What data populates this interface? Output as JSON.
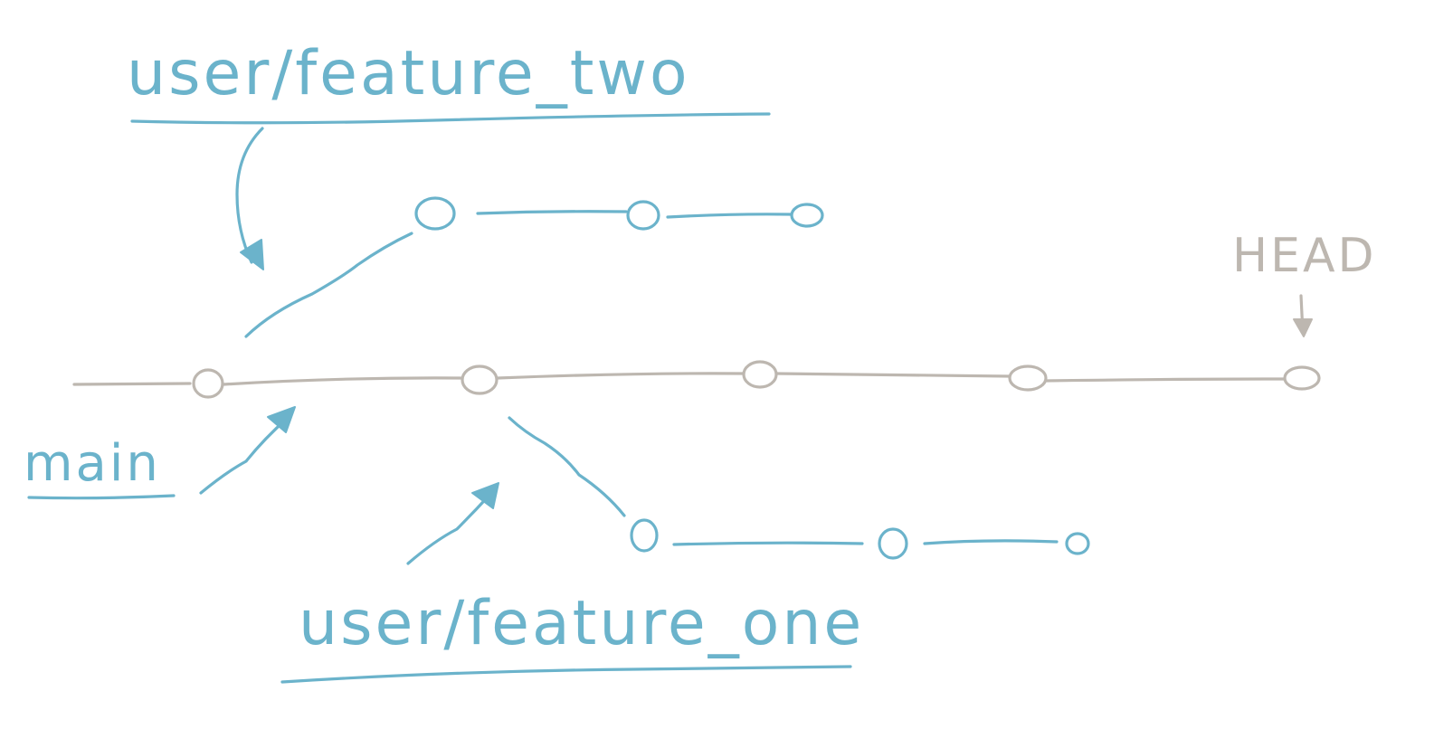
{
  "colors": {
    "blue": "#6bb3cb",
    "gray": "#bdb7b0"
  },
  "labels": {
    "feature_two": "user/feature_two",
    "main": "main",
    "feature_one": "user/feature_one",
    "head": "HEAD"
  },
  "graph": {
    "main_commits": 5,
    "feature_two_commits": 3,
    "feature_one_commits": 3,
    "feature_two_branches_from_main_commit": 1,
    "feature_one_branches_from_main_commit": 2,
    "head_points_to_main_commit": 5
  }
}
